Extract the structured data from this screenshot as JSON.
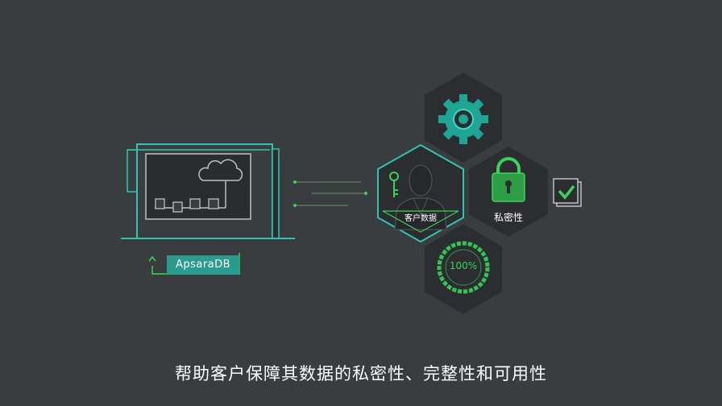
{
  "product_label": "ApsaraDB",
  "customer_data_label": "客户数据",
  "privacy_label": "私密性",
  "integrity_value": "100%",
  "subtitle": "帮助客户保障其数据的私密性、完整性和可用性",
  "colors": {
    "background": "#3a3d40",
    "teal": "#2fc4b2",
    "green": "#37d35b",
    "hex_fill": "#2b2d30",
    "label_bg": "#2a9c8f"
  },
  "icons": [
    "cloud-icon",
    "folder-icon",
    "key-icon",
    "person-icon",
    "gear-icon",
    "padlock-icon",
    "checkbox-icon",
    "progress-ring-icon"
  ]
}
